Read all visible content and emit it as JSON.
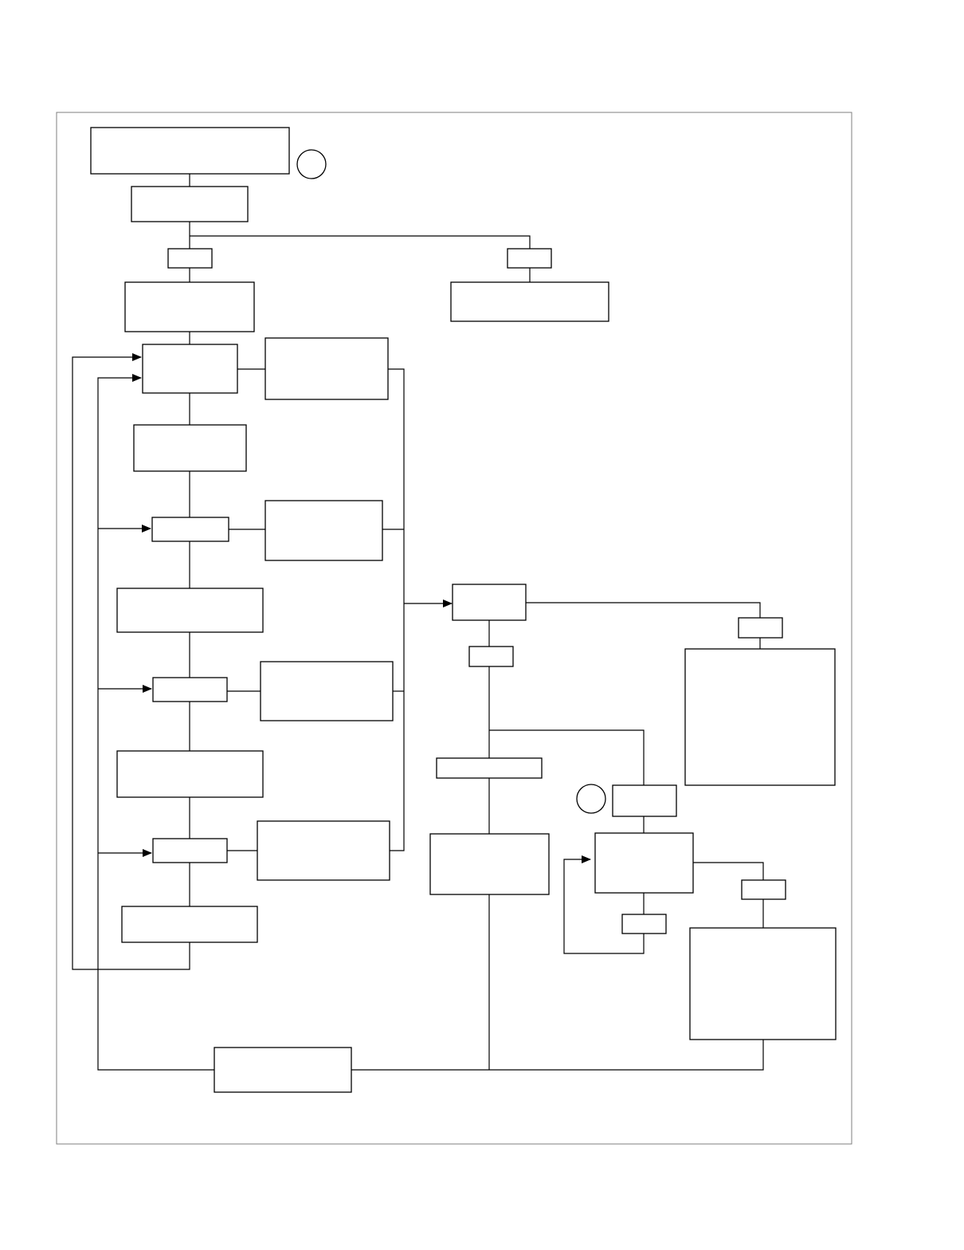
{
  "diagram": {
    "type": "flowchart",
    "colors": {
      "line": "#000000",
      "frame": "#7f7f7f",
      "fill": "#ffffff"
    },
    "nodes": [
      {
        "id": "top-title-box",
        "shape": "rect",
        "label": ""
      },
      {
        "id": "marker-circle-1",
        "shape": "circle",
        "label": ""
      },
      {
        "id": "step-box-1",
        "shape": "rect",
        "label": ""
      },
      {
        "id": "branch-label-left",
        "shape": "rect",
        "label": ""
      },
      {
        "id": "branch-label-right",
        "shape": "rect",
        "label": ""
      },
      {
        "id": "step-box-2",
        "shape": "rect",
        "label": ""
      },
      {
        "id": "terminal-box-right",
        "shape": "rect",
        "label": ""
      },
      {
        "id": "loop-box-1",
        "shape": "rect",
        "label": ""
      },
      {
        "id": "side-box-1",
        "shape": "rect",
        "label": ""
      },
      {
        "id": "step-box-3",
        "shape": "rect",
        "label": ""
      },
      {
        "id": "decision-label-1",
        "shape": "rect",
        "label": ""
      },
      {
        "id": "side-box-2",
        "shape": "rect",
        "label": ""
      },
      {
        "id": "step-box-4",
        "shape": "rect",
        "label": ""
      },
      {
        "id": "decision-label-2",
        "shape": "rect",
        "label": ""
      },
      {
        "id": "side-box-3",
        "shape": "rect",
        "label": ""
      },
      {
        "id": "step-box-5",
        "shape": "rect",
        "label": ""
      },
      {
        "id": "decision-label-3",
        "shape": "rect",
        "label": ""
      },
      {
        "id": "side-box-4",
        "shape": "rect",
        "label": ""
      },
      {
        "id": "step-box-6",
        "shape": "rect",
        "label": ""
      },
      {
        "id": "merge-box",
        "shape": "rect",
        "label": ""
      },
      {
        "id": "merge-branch-label-right",
        "shape": "rect",
        "label": ""
      },
      {
        "id": "outcome-box-large-1",
        "shape": "rect",
        "label": ""
      },
      {
        "id": "merge-branch-label-down",
        "shape": "rect",
        "label": ""
      },
      {
        "id": "wide-label-box",
        "shape": "rect",
        "label": ""
      },
      {
        "id": "process-box-lower",
        "shape": "rect",
        "label": ""
      },
      {
        "id": "marker-circle-2",
        "shape": "circle",
        "label": ""
      },
      {
        "id": "small-step-box",
        "shape": "rect",
        "label": ""
      },
      {
        "id": "retry-box",
        "shape": "rect",
        "label": ""
      },
      {
        "id": "retry-branch-label-right",
        "shape": "rect",
        "label": ""
      },
      {
        "id": "retry-branch-label-down",
        "shape": "rect",
        "label": ""
      },
      {
        "id": "outcome-box-large-2",
        "shape": "rect",
        "label": ""
      },
      {
        "id": "return-box",
        "shape": "rect",
        "label": ""
      }
    ]
  }
}
